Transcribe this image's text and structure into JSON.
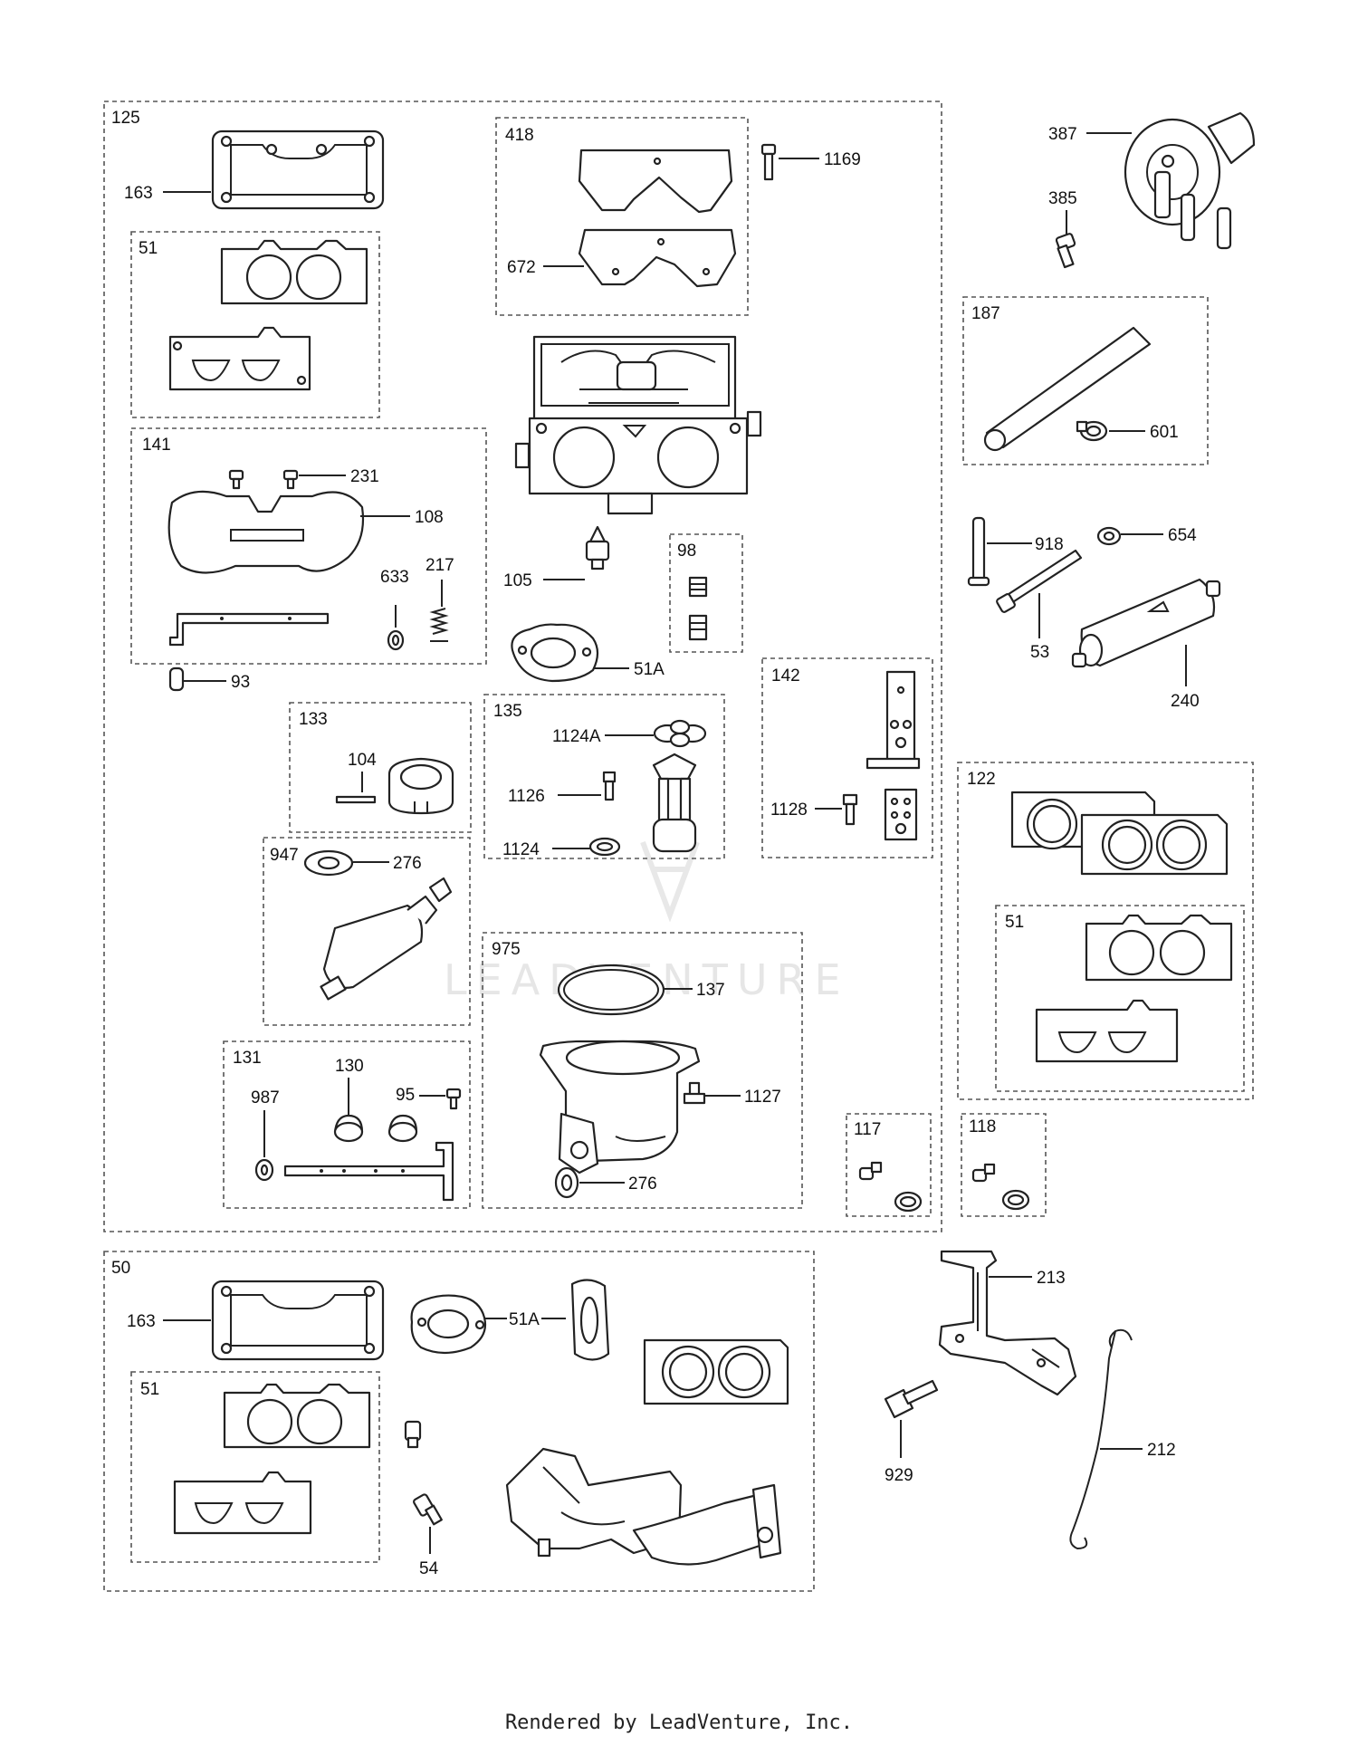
{
  "watermark": "LEADVENTURE",
  "footer": "Rendered by LeadVenture, Inc.",
  "groups": {
    "g125": "125",
    "g51a": "51",
    "g141": "141",
    "g418": "418",
    "g98": "98",
    "g142": "142",
    "g133": "133",
    "g135": "135",
    "g947": "947",
    "g975": "975",
    "g131": "131",
    "g117": "117",
    "g118": "118",
    "g187": "187",
    "g122": "122",
    "g51b": "51",
    "g50": "50",
    "g51c": "51"
  },
  "labels": {
    "p163a": "163",
    "p1169": "1169",
    "p672": "672",
    "p231": "231",
    "p108": "108",
    "p633": "633",
    "p217": "217",
    "p93": "93",
    "p105": "105",
    "p51A": "51A",
    "p104": "104",
    "p1124A": "1124A",
    "p1126": "1126",
    "p1124": "1124",
    "p1128": "1128",
    "p276a": "276",
    "p137": "137",
    "p1127": "1127",
    "p276b": "276",
    "p130": "130",
    "p987": "987",
    "p95": "95",
    "p387": "387",
    "p385": "385",
    "p601": "601",
    "p918": "918",
    "p654": "654",
    "p53": "53",
    "p240": "240",
    "p163b": "163",
    "p51Ab": "51A",
    "p54": "54",
    "p213": "213",
    "p212": "212",
    "p929": "929"
  }
}
